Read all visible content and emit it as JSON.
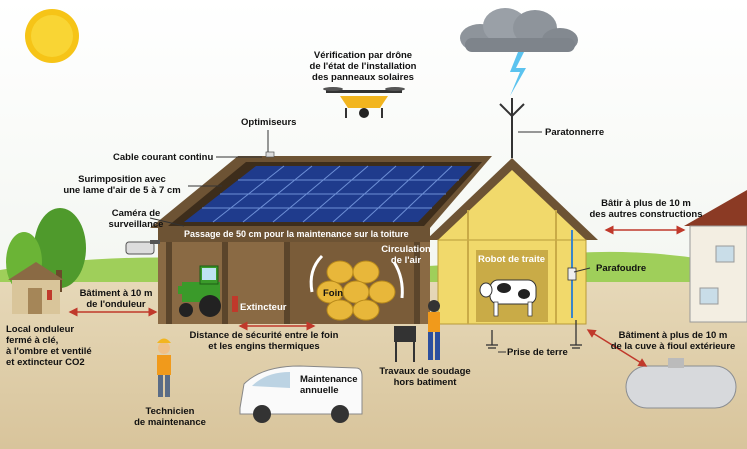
{
  "labels": {
    "drone": "Vérification par drône\nde l'état de l'installation\ndes panneaux solaires",
    "optimizers": "Optimiseurs",
    "lightning_rod": "Paratonnerre",
    "dc_cable": "Cable courant continu",
    "overlay": "Surimposition avec\nune lame d'air de 5 à 7 cm",
    "camera": "Caméra de\nsurveillance",
    "roof_passage": "Passage de 50 cm pour la maintenance sur la toiture",
    "build_distance": "Bâtir à plus de 10 m\ndes autres constructions",
    "milking_robot": "Robot de traite",
    "surge_protector": "Parafoudre",
    "air_circulation": "Circulation\nde l'air",
    "hay": "Foin",
    "extinguisher": "Extincteur",
    "inverter_distance": "Bâtiment à 10 m\nde l'onduleur",
    "inverter_room": "Local onduleur\nfermé à clé,\nà l'ombre et ventilé\net extincteur CO2",
    "safety_distance": "Distance de sécurité entre le foin\net les engins thermiques",
    "welding": "Travaux de soudage\nhors batiment",
    "earth": "Prise de terre",
    "tank_distance": "Bâtiment à plus de 10 m\nde la cuve à fioul extérieure",
    "technician": "Technicien\nde maintenance",
    "annual_maintenance": "Maintenance\nannuelle"
  },
  "colors": {
    "sky": "#ffffff",
    "ground": "#e2d4b4",
    "grass": "#7dbb3a",
    "wall": "#f1d96b",
    "roof": "#6d5334",
    "panel": "#1f3b8c",
    "arrow": "#c0392b",
    "sun": "#f6c417"
  },
  "icons": [
    "sun-icon",
    "storm-cloud-icon",
    "lightning-icon",
    "drone-icon",
    "camera-icon",
    "tractor-icon",
    "cow-icon",
    "technician-icon",
    "welder-icon",
    "van-icon",
    "fuel-tank-icon",
    "house-icon",
    "tree-icon",
    "extinguisher-icon",
    "earth-ground-icon",
    "hay-bale-icon"
  ]
}
